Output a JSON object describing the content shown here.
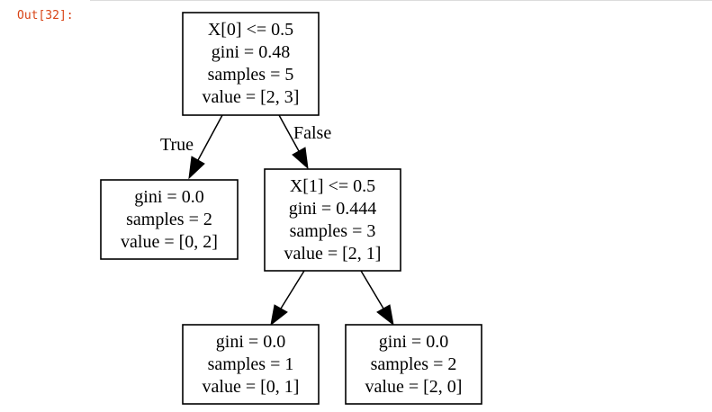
{
  "cell": {
    "prompt": "Out[32]:"
  },
  "tree": {
    "nodes": [
      {
        "id": "root",
        "lines": [
          "X[0] <= 0.5",
          "gini = 0.48",
          "samples = 5",
          "value = [2, 3]"
        ]
      },
      {
        "id": "leaf-left",
        "lines": [
          "gini = 0.0",
          "samples = 2",
          "value = [0, 2]"
        ]
      },
      {
        "id": "split-right",
        "lines": [
          "X[1] <= 0.5",
          "gini = 0.444",
          "samples = 3",
          "value = [2, 1]"
        ]
      },
      {
        "id": "leaf-bottom-left",
        "lines": [
          "gini = 0.0",
          "samples = 1",
          "value = [0, 1]"
        ]
      },
      {
        "id": "leaf-bottom-right",
        "lines": [
          "gini = 0.0",
          "samples = 2",
          "value = [2, 0]"
        ]
      }
    ],
    "edges": [
      {
        "from": "root",
        "to": "leaf-left",
        "label": "True"
      },
      {
        "from": "root",
        "to": "split-right",
        "label": "False"
      },
      {
        "from": "split-right",
        "to": "leaf-bottom-left",
        "label": ""
      },
      {
        "from": "split-right",
        "to": "leaf-bottom-right",
        "label": ""
      }
    ]
  }
}
